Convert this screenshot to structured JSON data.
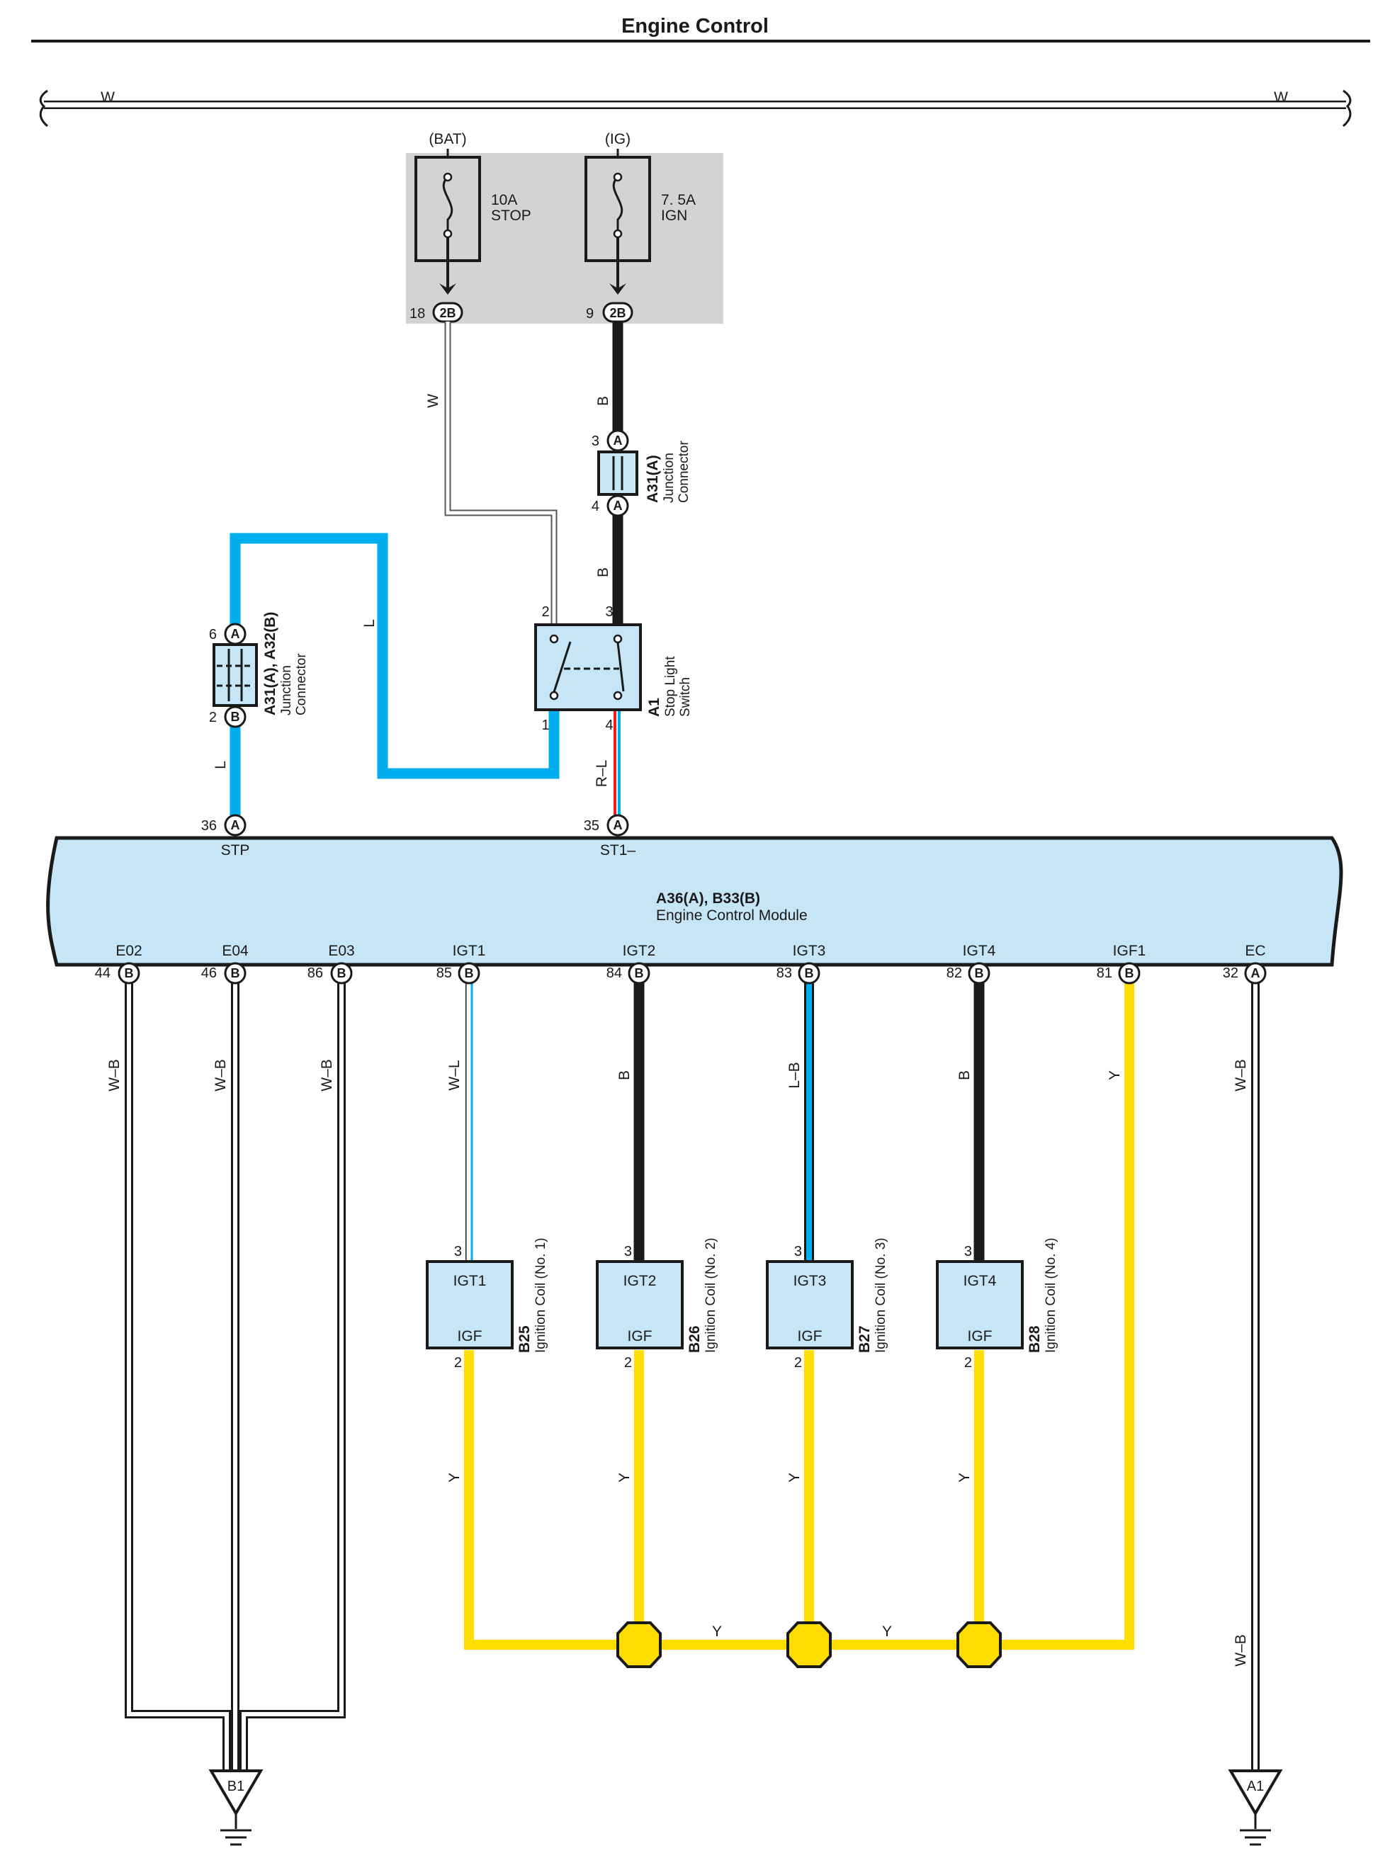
{
  "page": {
    "title": "Engine Control"
  },
  "colors": {
    "wire_black": "#1a1a1a",
    "wire_white": "#ffffff",
    "wire_blue": "#00aeef",
    "wire_red": "#ed1c24",
    "wire_yellow": "#ffdd00",
    "component_fill": "#c6e6f7",
    "fuse_box_fill": "#d2d3d5"
  },
  "power_bus": {
    "left_label": "W",
    "right_label": "W"
  },
  "fuse_box": {
    "fuses": [
      {
        "supply": "(BAT)",
        "rating": "10A",
        "name": "STOP",
        "pin_number": "18",
        "pin_code": "2B"
      },
      {
        "supply": "(IG)",
        "rating": "7. 5A",
        "name": "IGN",
        "pin_number": "9",
        "pin_code": "2B"
      }
    ]
  },
  "junction_a31": {
    "code": "A31(A)",
    "desc1": "Junction",
    "desc2": "Connector",
    "pin_top": {
      "number": "3",
      "code": "A"
    },
    "pin_bottom": {
      "number": "4",
      "code": "A"
    }
  },
  "junction_a31_a32": {
    "code": "A31(A), A32(B)",
    "desc1": "Junction",
    "desc2": "Connector",
    "pin_top": {
      "number": "6",
      "code": "A"
    },
    "pin_bottom": {
      "number": "2",
      "code": "B"
    }
  },
  "stop_switch": {
    "code": "A1",
    "desc1": "Stop Light",
    "desc2": "Switch",
    "pins": {
      "p1": "1",
      "p2": "2",
      "p3": "3",
      "p4": "4"
    }
  },
  "ecm": {
    "code": "A36(A), B33(B)",
    "name": "Engine Control Module",
    "top_pins": [
      {
        "number": "36",
        "code": "A",
        "name": "STP"
      },
      {
        "number": "35",
        "code": "A",
        "name": "ST1–"
      }
    ],
    "bottom_pins": [
      {
        "number": "44",
        "code": "B",
        "name": "E02"
      },
      {
        "number": "46",
        "code": "B",
        "name": "E04"
      },
      {
        "number": "86",
        "code": "B",
        "name": "E03"
      },
      {
        "number": "85",
        "code": "B",
        "name": "IGT1"
      },
      {
        "number": "84",
        "code": "B",
        "name": "IGT2"
      },
      {
        "number": "83",
        "code": "B",
        "name": "IGT3"
      },
      {
        "number": "82",
        "code": "B",
        "name": "IGT4"
      },
      {
        "number": "81",
        "code": "B",
        "name": "IGF1"
      },
      {
        "number": "32",
        "code": "A",
        "name": "EC"
      }
    ]
  },
  "wire_labels": {
    "stop_fuse_to_switch": "W",
    "ign_to_junction": "B",
    "junction_to_switch": "B",
    "switch_loop": "L",
    "junction_to_stp": "L",
    "switch_to_st1": "R–L",
    "e02": "W–B",
    "e04": "W–B",
    "e03": "W–B",
    "igt1": "W–L",
    "igt2": "B",
    "igt3": "L–B",
    "igt4": "B",
    "igf1": "Y",
    "ec": "W–B",
    "ec_lower": "W–B",
    "igf_bus_1": "Y",
    "igf_bus_2": "Y"
  },
  "coils": [
    {
      "code": "B25",
      "desc": "Ignition Coil (No. 1)",
      "upper": "IGT1",
      "lower": "IGF",
      "pin_in": "3",
      "pin_out": "2",
      "igf_wire": "Y"
    },
    {
      "code": "B26",
      "desc": "Ignition Coil (No. 2)",
      "upper": "IGT2",
      "lower": "IGF",
      "pin_in": "3",
      "pin_out": "2",
      "igf_wire": "Y"
    },
    {
      "code": "B27",
      "desc": "Ignition Coil (No. 3)",
      "upper": "IGT3",
      "lower": "IGF",
      "pin_in": "3",
      "pin_out": "2",
      "igf_wire": "Y"
    },
    {
      "code": "B28",
      "desc": "Ignition Coil (No. 4)",
      "upper": "IGT4",
      "lower": "IGF",
      "pin_in": "3",
      "pin_out": "2",
      "igf_wire": "Y"
    }
  ],
  "grounds": [
    {
      "label": "B1"
    },
    {
      "label": "A1"
    }
  ]
}
